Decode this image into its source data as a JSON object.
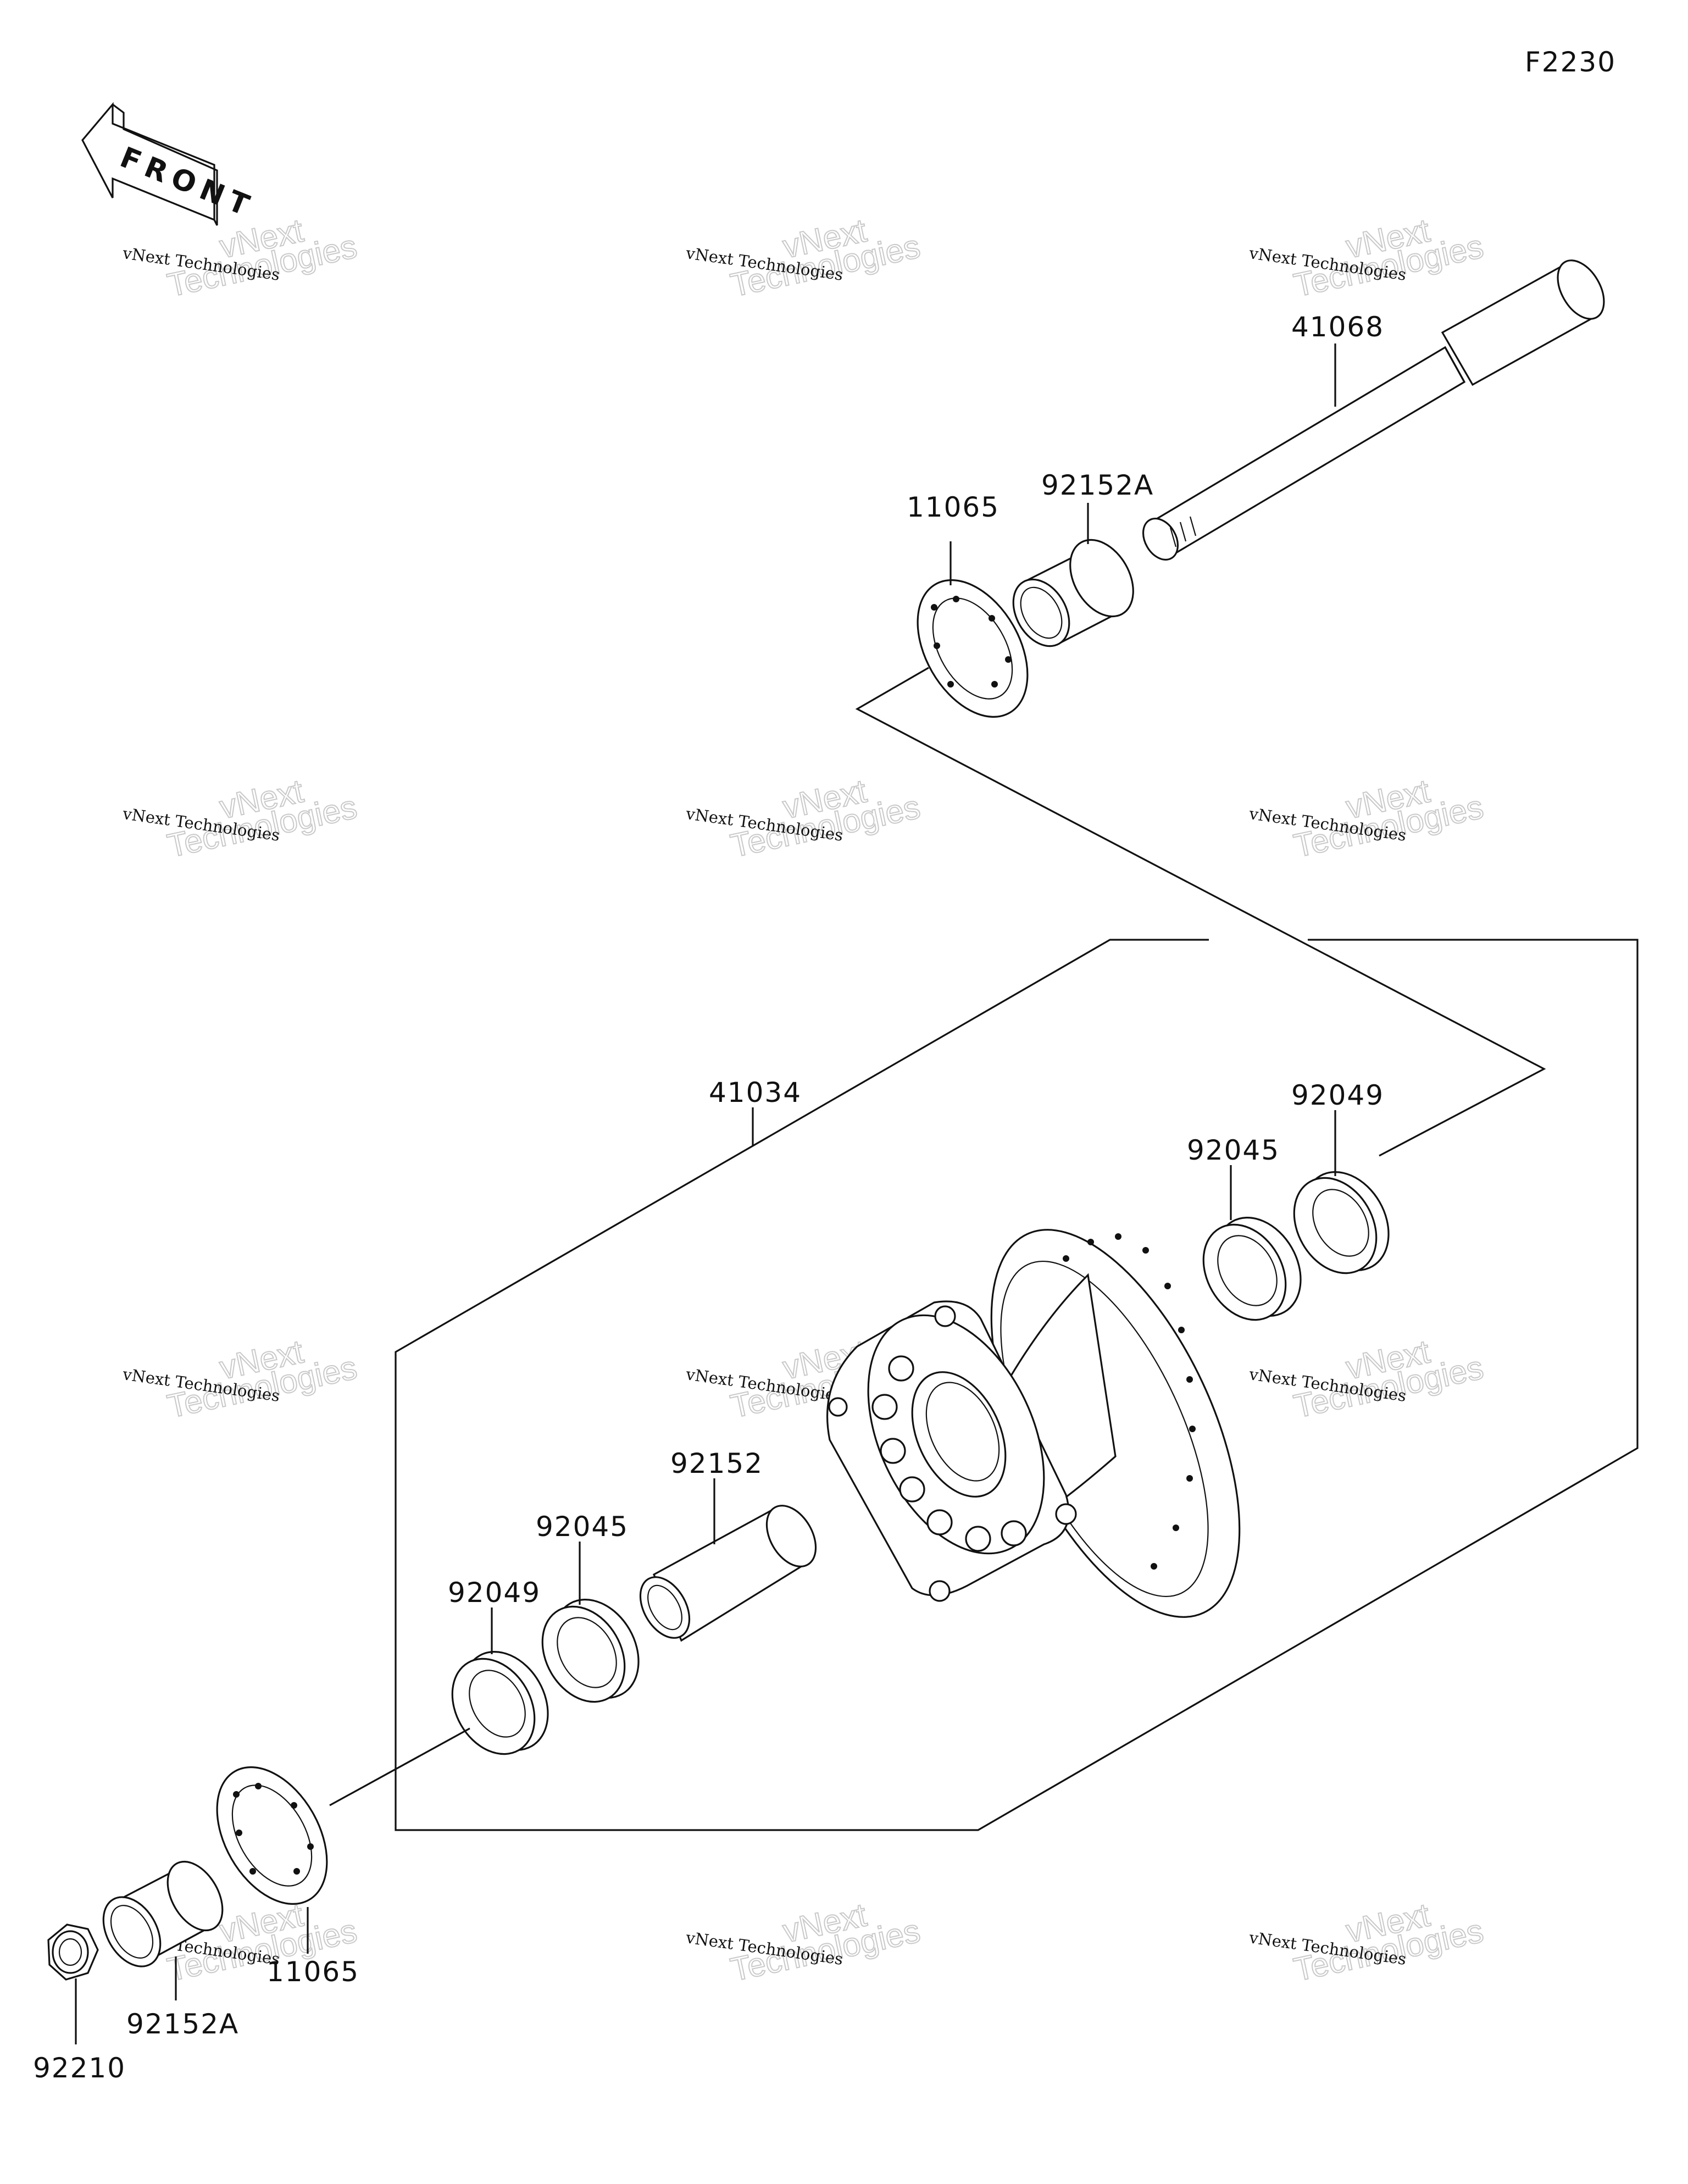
{
  "figure_code": "F2230",
  "front_arrow_text": "FRONT",
  "watermark": {
    "line1": "vNext Technologies",
    "line2": "vNext",
    "line3": "Technologies"
  },
  "labels": {
    "axle": "41068",
    "collar_top": "92152A",
    "cover_top": "11065",
    "hub": "41034",
    "seal_right": "92049",
    "bearing_right": "92045",
    "spacer": "92152",
    "bearing_left": "92045",
    "seal_left": "92049",
    "cover_bottom": "11065",
    "collar_bottom": "92152A",
    "nut": "92210"
  },
  "colors": {
    "line": "#111111",
    "watermark_outline": "#c9c9c9"
  }
}
